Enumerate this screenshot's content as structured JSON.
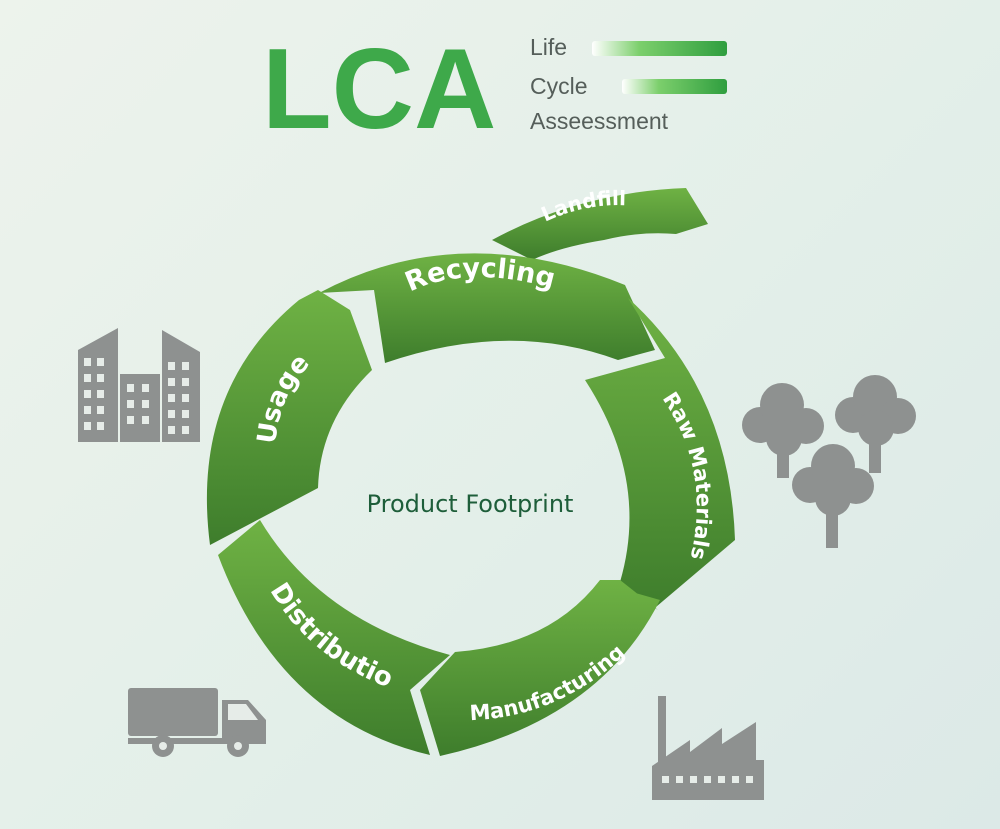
{
  "logo": {
    "acronym": "LCA",
    "words": [
      "Life",
      "Cycle",
      "Asseessment"
    ]
  },
  "center_label": "Product Footprint",
  "stages": [
    {
      "label": "Recycling"
    },
    {
      "label": "Raw Materials"
    },
    {
      "label": "Manufacturing"
    },
    {
      "label": "Distribution"
    },
    {
      "label": "Usage"
    }
  ],
  "exit_stage": {
    "label": "Landfill"
  },
  "icons": [
    "buildings-icon",
    "trees-icon",
    "factory-icon",
    "truck-icon"
  ],
  "colors": {
    "ring_green": "#5ea33c",
    "ring_dark": "#3f7f2a",
    "logo_green": "#3ea94a",
    "icon_grey": "#8e9190",
    "center_text": "#1e5e3a"
  }
}
